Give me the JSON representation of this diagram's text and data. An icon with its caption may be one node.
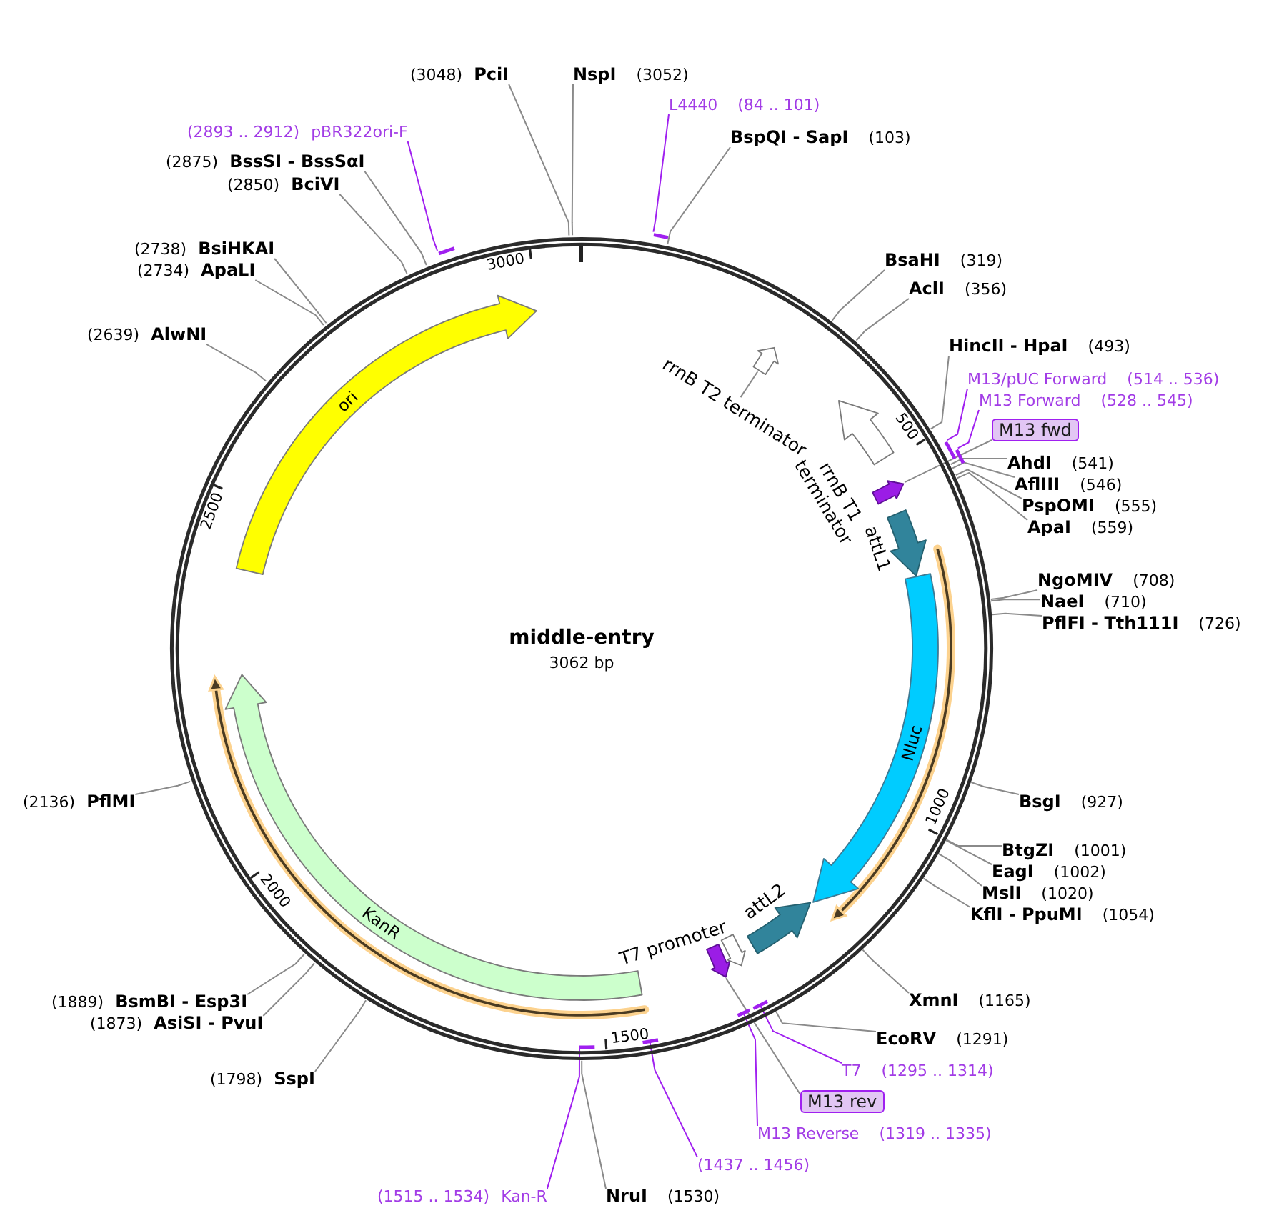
{
  "diagram": {
    "nodes": [
      {
        "text": [
          "middle-entry",
          "3062 bp"
        ]
      },
      {
        "text": [
          "ori"
        ],
        "in": 0
      },
      {
        "text": [],
        "shape": "arrow",
        "in": 0
      },
      {
        "text": [
          "rrnB T2 terminator"
        ],
        "in": 0
      },
      {
        "text": [],
        "shape": "arrow",
        "beside": [
          "rrnB T1 terminator"
        ],
        "in": 0
      },
      {
        "text": [],
        "shape": "arrow",
        "in": 0
      },
      {
        "text": [],
        "shape": "arrow",
        "beside": [
          "attL1"
        ],
        "in": 0
      },
      {
        "text": [
          "Nluc"
        ],
        "in": 0
      },
      {
        "text": [],
        "shape": "arrow",
        "beside": [
          "attL2"
        ],
        "in": 0
      },
      {
        "text": [],
        "shape": "arrow",
        "beside": [
          "T7 promoter"
        ],
        "in": 0
      },
      {
        "text": [],
        "shape": "arrow",
        "in": 0
      },
      {
        "text": [
          "KanR"
        ],
        "in": 0
      },
      {
        "text": [
          "(3048)",
          "PciI"
        ]
      },
      {
        "text": [
          "NspI",
          "(3052)"
        ]
      },
      {
        "text": [
          "L4440",
          "(84 .. 101)"
        ]
      },
      {
        "text": [
          "BspQI - SapI",
          "(103)"
        ]
      },
      {
        "text": [
          "BsaHI",
          "(319)"
        ]
      },
      {
        "text": [
          "AclI",
          "(356)"
        ]
      },
      {
        "text": [
          "HincII - HpaI",
          "(493)"
        ]
      },
      {
        "text": [
          "M13/pUC Forward",
          "(514 .. 536)"
        ]
      },
      {
        "text": [
          "M13 Forward",
          "(528 .. 545)"
        ]
      },
      {
        "text": [
          "M13 fwd"
        ]
      },
      {
        "text": [
          "AhdI",
          "(541)"
        ]
      },
      {
        "text": [
          "AflIII",
          "(546)"
        ]
      },
      {
        "text": [
          "PspOMI",
          "(555)"
        ]
      },
      {
        "text": [
          "ApaI",
          "(559)"
        ]
      },
      {
        "text": [
          "NgoMIV",
          "(708)"
        ]
      },
      {
        "text": [
          "NaeI",
          "(710)"
        ]
      },
      {
        "text": [
          "PflFI - Tth111I",
          "(726)"
        ]
      },
      {
        "text": [
          "BsgI",
          "(927)"
        ]
      },
      {
        "text": [
          "BtgZI",
          "(1001)"
        ]
      },
      {
        "text": [
          "EagI",
          "(1002)"
        ]
      },
      {
        "text": [
          "MslI",
          "(1020)"
        ]
      },
      {
        "text": [
          "KflI - PpuMI",
          "(1054)"
        ]
      },
      {
        "text": [
          "XmnI",
          "(1165)"
        ]
      },
      {
        "text": [
          "EcoRV",
          "(1291)"
        ]
      },
      {
        "text": [
          "T7",
          "(1295 .. 1314)"
        ]
      },
      {
        "text": [
          "M13 rev"
        ]
      },
      {
        "text": [
          "M13 Reverse",
          "(1319 .. 1335)"
        ]
      },
      {
        "text": [
          "(1437 .. 1456)"
        ]
      },
      {
        "text": [
          "NruI",
          "(1530)"
        ]
      },
      {
        "text": [
          "(1515 .. 1534)",
          "Kan-R"
        ]
      },
      {
        "text": [
          "(1798)",
          "SspI"
        ]
      },
      {
        "text": [
          "(1873)",
          "AsiSI - PvuI"
        ]
      },
      {
        "text": [
          "(1889)",
          "BsmBI - Esp3I"
        ]
      },
      {
        "text": [
          "(2136)",
          "PflMI"
        ]
      },
      {
        "text": [
          "(2639)",
          "AlwNI"
        ]
      },
      {
        "text": [
          "(2734)",
          "ApaLI"
        ]
      },
      {
        "text": [
          "(2738)",
          "BsiHKAI"
        ]
      },
      {
        "text": [
          "(2850)",
          "BciVI"
        ]
      },
      {
        "text": [
          "(2875)",
          "BssSI - BssSαI"
        ]
      },
      {
        "text": [
          "(2893 .. 2912)",
          "pBR322ori-F"
        ]
      },
      {
        "text": [],
        "shape": "bar",
        "in": 0
      },
      {
        "text": [],
        "shape": "bar",
        "in": 0
      },
      {
        "text": [],
        "shape": "bar",
        "in": 0
      },
      {
        "text": [],
        "shape": "bar",
        "in": 0
      },
      {
        "text": [],
        "shape": "bar",
        "in": 0
      },
      {
        "text": [],
        "shape": "bar",
        "in": 0
      },
      {
        "text": [],
        "shape": "bar",
        "in": 0
      },
      {
        "text": [],
        "shape": "bar",
        "in": 0
      }
    ],
    "edges": [
      {
        "from": 3,
        "to": 2,
        "arrow": "none"
      },
      {
        "from": 12,
        "to": 0,
        "arrow": "none"
      },
      {
        "from": 13,
        "to": 0,
        "arrow": "none"
      },
      {
        "from": 14,
        "to": 52,
        "arrow": "none",
        "color": "#a020f0"
      },
      {
        "from": 15,
        "to": 0,
        "arrow": "none"
      },
      {
        "from": 16,
        "to": 0,
        "arrow": "none"
      },
      {
        "from": 17,
        "to": 0,
        "arrow": "none"
      },
      {
        "from": 18,
        "to": 0,
        "arrow": "none"
      },
      {
        "from": 19,
        "to": 53,
        "arrow": "none",
        "color": "#a020f0"
      },
      {
        "from": 20,
        "to": 54,
        "arrow": "none",
        "color": "#a020f0"
      },
      {
        "from": 21,
        "to": 5,
        "arrow": "none"
      },
      {
        "from": 22,
        "to": 0,
        "arrow": "none"
      },
      {
        "from": 23,
        "to": 0,
        "arrow": "none"
      },
      {
        "from": 24,
        "to": 0,
        "arrow": "none"
      },
      {
        "from": 25,
        "to": 0,
        "arrow": "none"
      },
      {
        "from": 26,
        "to": 0,
        "arrow": "none"
      },
      {
        "from": 27,
        "to": 0,
        "arrow": "none"
      },
      {
        "from": 28,
        "to": 0,
        "arrow": "none"
      },
      {
        "from": 29,
        "to": 0,
        "arrow": "none"
      },
      {
        "from": 30,
        "to": 0,
        "arrow": "none"
      },
      {
        "from": 31,
        "to": 0,
        "arrow": "none"
      },
      {
        "from": 32,
        "to": 0,
        "arrow": "none"
      },
      {
        "from": 33,
        "to": 0,
        "arrow": "none"
      },
      {
        "from": 34,
        "to": 0,
        "arrow": "none"
      },
      {
        "from": 35,
        "to": 0,
        "arrow": "none"
      },
      {
        "from": 36,
        "to": 55,
        "arrow": "none",
        "color": "#a020f0"
      },
      {
        "from": 37,
        "to": 10,
        "arrow": "none"
      },
      {
        "from": 38,
        "to": 56,
        "arrow": "none",
        "color": "#a020f0"
      },
      {
        "from": 39,
        "to": 57,
        "arrow": "none",
        "color": "#a020f0"
      },
      {
        "from": 40,
        "to": 0,
        "arrow": "none"
      },
      {
        "from": 41,
        "to": 58,
        "arrow": "none",
        "color": "#a020f0"
      },
      {
        "from": 42,
        "to": 0,
        "arrow": "none"
      },
      {
        "from": 43,
        "to": 0,
        "arrow": "none"
      },
      {
        "from": 44,
        "to": 0,
        "arrow": "none"
      },
      {
        "from": 45,
        "to": 0,
        "arrow": "none"
      },
      {
        "from": 46,
        "to": 0,
        "arrow": "none"
      },
      {
        "from": 47,
        "to": 0,
        "arrow": "none"
      },
      {
        "from": 48,
        "to": 0,
        "arrow": "none"
      },
      {
        "from": 49,
        "to": 0,
        "arrow": "none"
      },
      {
        "from": 50,
        "to": 0,
        "arrow": "none"
      },
      {
        "from": 51,
        "to": 59,
        "arrow": "none",
        "color": "#a020f0"
      }
    ],
    "labels": [
      "3000",
      "500",
      "2500",
      "1000",
      "2000",
      "1500"
    ]
  }
}
